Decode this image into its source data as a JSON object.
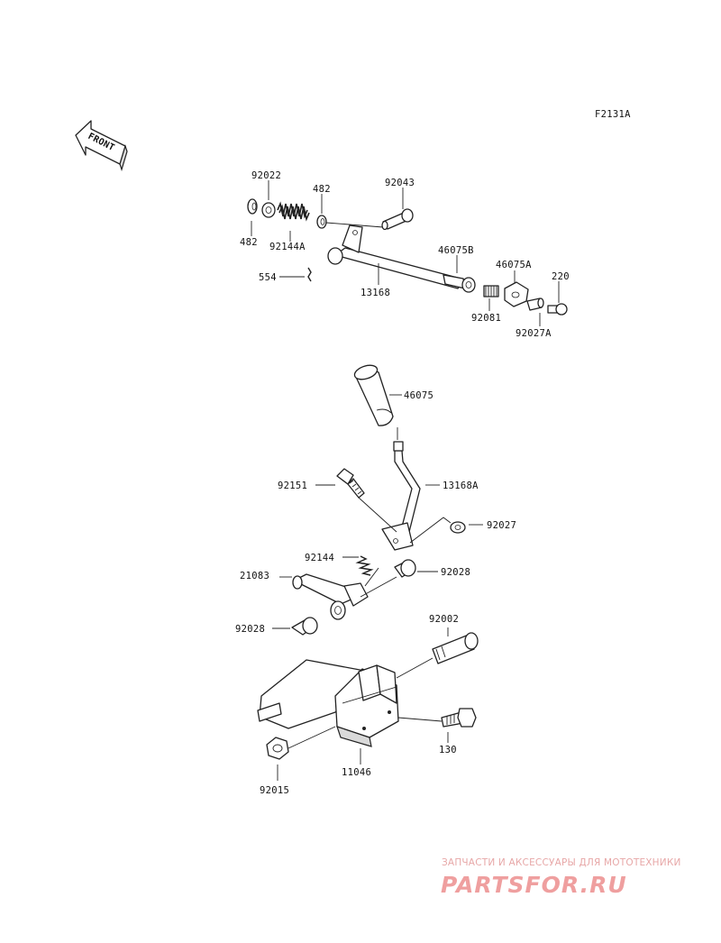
{
  "diagram_code": "F2131A",
  "front_arrow_label": "FRONT",
  "parts": {
    "p92022": "92022",
    "p482a": "482",
    "p92043": "92043",
    "p482b": "482",
    "p92144A": "92144A",
    "p46075B": "46075B",
    "p46075A": "46075A",
    "p220": "220",
    "p554": "554",
    "p13168": "13168",
    "p92081": "92081",
    "p92027A": "92027A",
    "p46075": "46075",
    "p92151": "92151",
    "p13168A": "13168A",
    "p92027": "92027",
    "p92144": "92144",
    "p21083": "21083",
    "p92028a": "92028",
    "p92028b": "92028",
    "p92002": "92002",
    "p130": "130",
    "p11046": "11046",
    "p92015": "92015"
  },
  "watermark": {
    "tagline": "ЗАПЧАСТИ И АКСЕССУАРЫ ДЛЯ МОТОТЕХНИКИ",
    "logo": "PARTSFOR.RU"
  }
}
